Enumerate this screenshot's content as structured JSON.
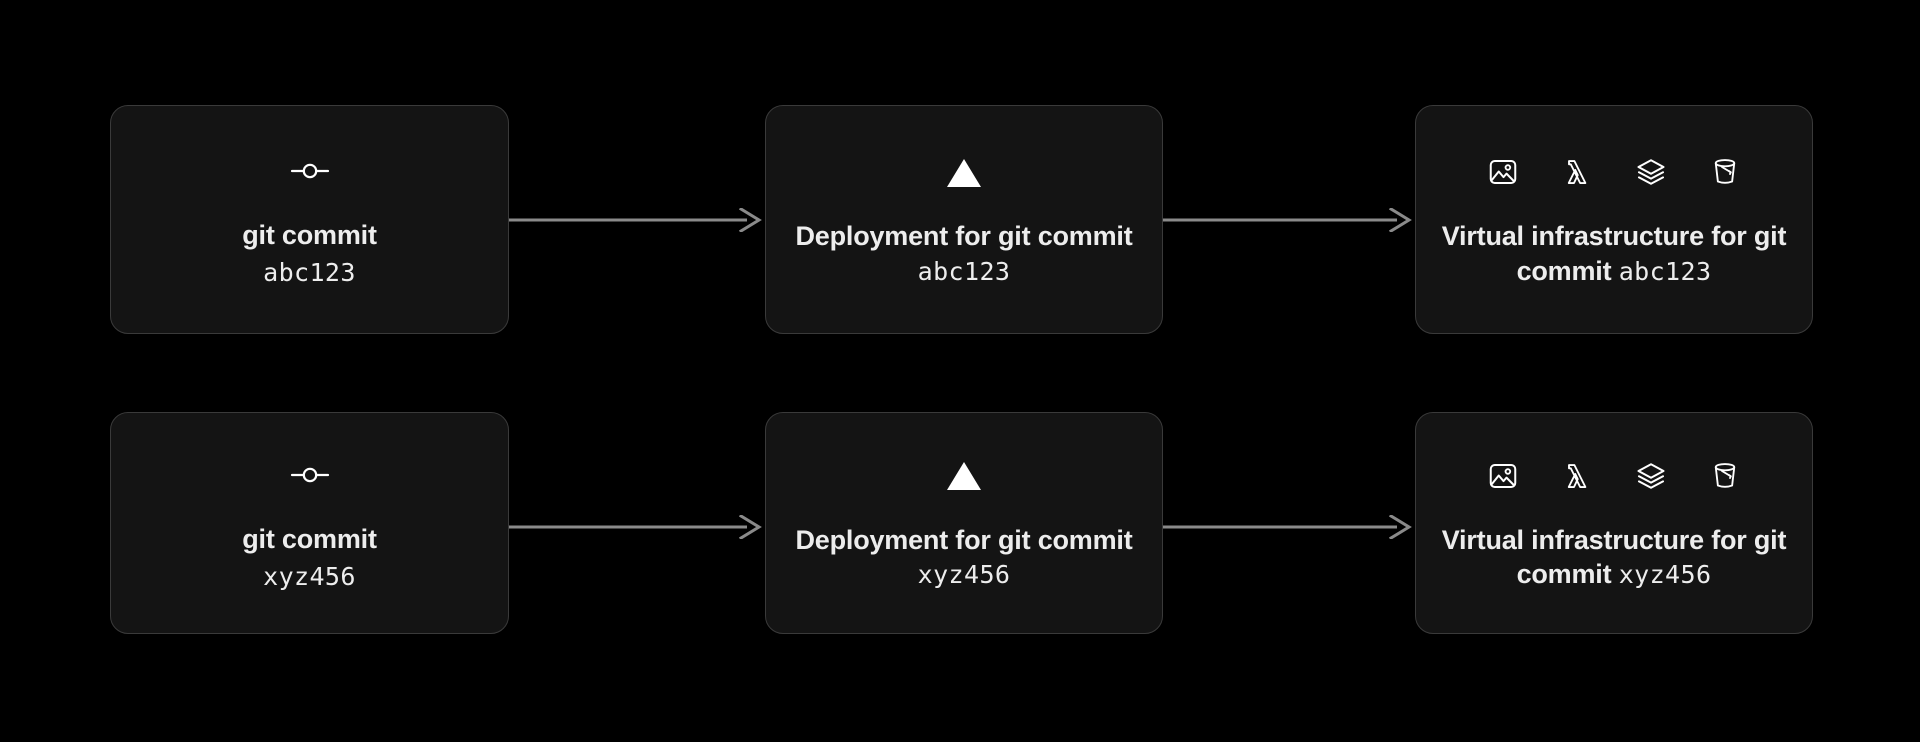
{
  "background_color": "#000000",
  "card_color": "#141414",
  "card_border_color": "#3a3a3a",
  "text_color": "#ededed",
  "arrow_color": "#8a8a8a",
  "diagram": {
    "rows": [
      {
        "commit_hash": "abc123",
        "stages": [
          {
            "id": "git-commit",
            "icons": [
              "git-commit-icon"
            ],
            "label_bold": "git commit",
            "label_hash": "abc123",
            "label_plain": ""
          },
          {
            "id": "deployment",
            "icons": [
              "vercel-triangle-icon"
            ],
            "label_bold": "Deployment for git commit",
            "label_hash": "abc123",
            "label_plain": ""
          },
          {
            "id": "virtual-infrastructure",
            "icons": [
              "image-icon",
              "aws-lambda-icon",
              "layers-icon",
              "s3-bucket-icon"
            ],
            "label_bold": "Virtual infrastructure for git commit",
            "label_hash": "abc123",
            "label_plain": ""
          }
        ],
        "arrows": [
          "arrow-right",
          "arrow-right"
        ]
      },
      {
        "commit_hash": "xyz456",
        "stages": [
          {
            "id": "git-commit",
            "icons": [
              "git-commit-icon"
            ],
            "label_bold": "git commit",
            "label_hash": "xyz456",
            "label_plain": ""
          },
          {
            "id": "deployment",
            "icons": [
              "vercel-triangle-icon"
            ],
            "label_bold": "Deployment for git commit",
            "label_hash": "xyz456",
            "label_plain": ""
          },
          {
            "id": "virtual-infrastructure",
            "icons": [
              "image-icon",
              "aws-lambda-icon",
              "layers-icon",
              "s3-bucket-icon"
            ],
            "label_bold": "Virtual infrastructure for git commit",
            "label_hash": "xyz456",
            "label_plain": ""
          }
        ],
        "arrows": [
          "arrow-right",
          "arrow-right"
        ]
      }
    ]
  }
}
